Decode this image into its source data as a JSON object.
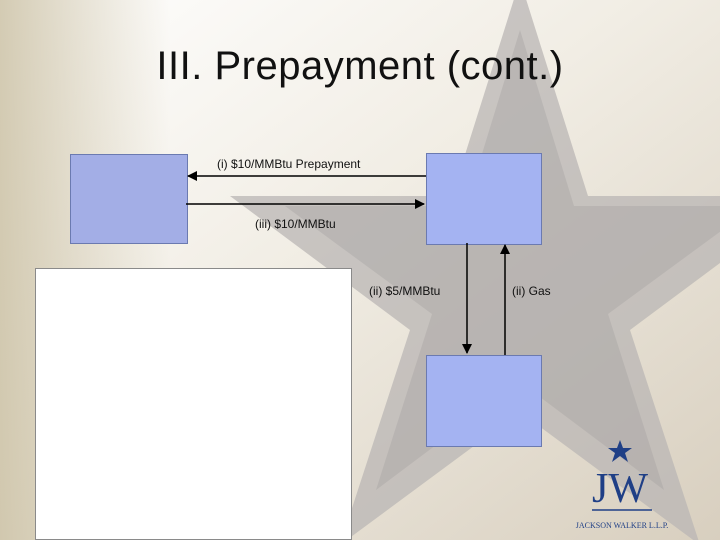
{
  "slide": {
    "title": "III. Prepayment (cont.)"
  },
  "diagram": {
    "labels": {
      "prepayment": "(i)  $10/MMBtu Prepayment",
      "payment_back": "(iii)  $10/MMBtu",
      "payment_5": "(ii)  $5/MMBtu",
      "gas": "(ii)  Gas"
    }
  },
  "logo": {
    "letters": "JW",
    "name": "JACKSON WALKER L.L.P."
  },
  "colors": {
    "box_fill_left": "#a3aee6",
    "box_fill_right": "#a4b3f2",
    "panel_fill": "#ffffff",
    "logo_blue": "#1f3f86"
  }
}
